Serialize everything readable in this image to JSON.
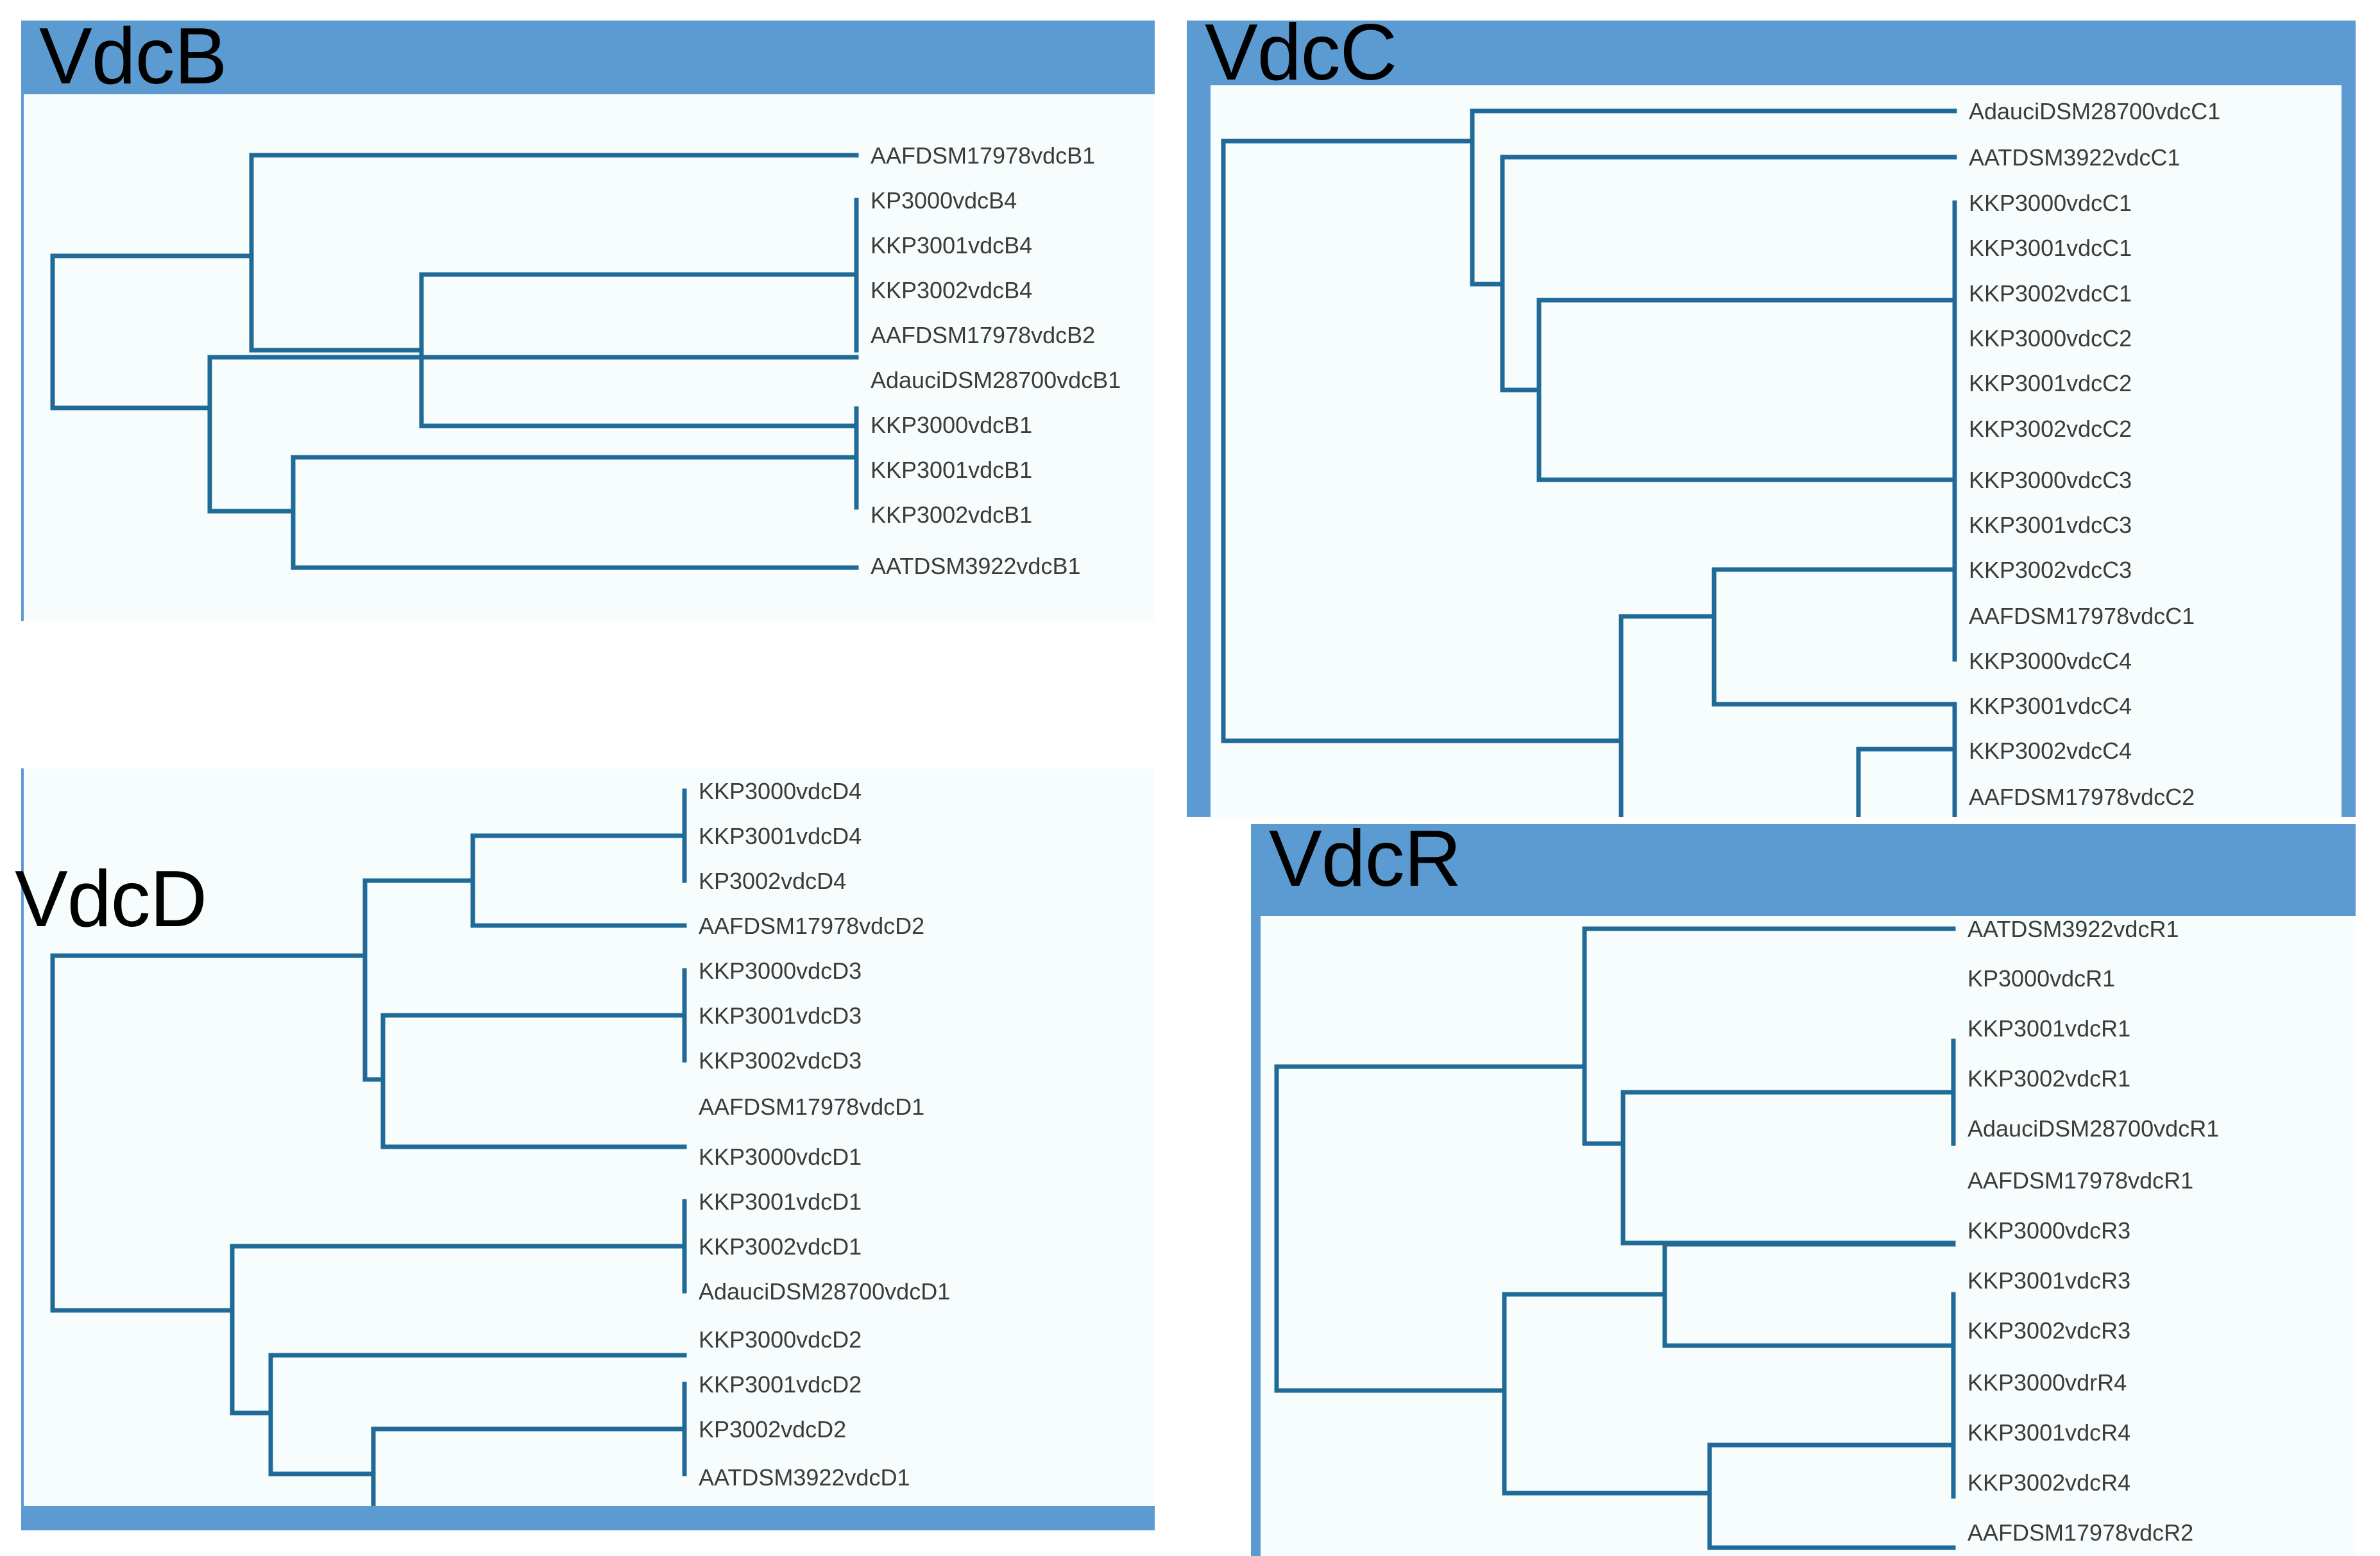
{
  "figure": {
    "type": "phylogenetic-tree-grid",
    "panel_count": 4,
    "colors": {
      "panel_background": "#5b9bd1",
      "plot_background": "#f7fdfd",
      "branch_line": "#1f6a96",
      "label_text": "#3b3b3b",
      "title_text": "#000000"
    }
  },
  "panels": [
    {
      "id": "vdcb",
      "title": "VdcB",
      "leaves": [
        "AAFDSM17978vdcB1",
        "KP3000vdcB4",
        "KKP3001vdcB4",
        "KKP3002vdcB4",
        "AAFDSM17978vdcB2",
        "AdauciDSM28700vdcB1",
        "KKP3000vdcB1",
        "KKP3001vdcB1",
        "KKP3002vdcB1",
        "AATDSM3922vdcB1"
      ],
      "newick": "(((AAFDSM17978vdcB1,((KP3000vdcB4,KKP3001vdcB4,KKP3002vdcB4),AAFDSM17978vdcB2)),(AdauciDSM28700vdcB1,((KKP3000vdcB1,KKP3001vdcB1,KKP3002vdcB1),AATDSM3922vdcB1))));"
    },
    {
      "id": "vdcc",
      "title": "VdcC",
      "leaves": [
        "AdauciDSM28700vdcC1",
        "AATDSM3922vdcC1",
        "KKP3000vdcC1",
        "KKP3001vdcC1",
        "KKP3002vdcC1",
        "KKP3000vdcC2",
        "KKP3001vdcC2",
        "KKP3002vdcC2",
        "KKP3000vdcC3",
        "KKP3001vdcC3",
        "KKP3002vdcC3",
        "AAFDSM17978vdcC1",
        "KKP3000vdcC4",
        "KKP3001vdcC4",
        "KKP3002vdcC4",
        "AAFDSM17978vdcC2"
      ],
      "newick": "((AdauciDSM28700vdcC1,(AATDSM3922vdcC1,((KKP3000vdcC1,KKP3001vdcC1,KKP3002vdcC1),(KKP3000vdcC2,KKP3001vdcC2,KKP3002vdcC2)))),(((KKP3000vdcC3,KKP3001vdcC3,KKP3002vdcC3),AAFDSM17978vdcC1),((KKP3000vdcC4,KKP3001vdcC4,KKP3002vdcC4),AAFDSM17978vdcC2)));"
    },
    {
      "id": "vdcd",
      "title": "VdcD",
      "leaves": [
        "KKP3000vdcD4",
        "KKP3001vdcD4",
        "KP3002vdcD4",
        "AAFDSM17978vdcD2",
        "KKP3000vdcD3",
        "KKP3001vdcD3",
        "KKP3002vdcD3",
        "AAFDSM17978vdcD1",
        "KKP3000vdcD1",
        "KKP3001vdcD1",
        "KKP3002vdcD1",
        "AdauciDSM28700vdcD1",
        "KKP3000vdcD2",
        "KKP3001vdcD2",
        "KP3002vdcD2",
        "AATDSM3922vdcD1"
      ],
      "newick": "((((KKP3000vdcD4,KKP3001vdcD4,KP3002vdcD4),AAFDSM17978vdcD2),((KKP3000vdcD3,KKP3001vdcD3,KKP3002vdcD3),AAFDSM17978vdcD1)),((KKP3000vdcD1,KKP3001vdcD1,KKP3002vdcD1),(AdauciDSM28700vdcD1,((KKP3000vdcD2,KKP3001vdcD2,KP3002vdcD2),AATDSM3922vdcD1))));"
    },
    {
      "id": "vdcr",
      "title": "VdcR",
      "leaves": [
        "AATDSM3922vdcR1",
        "KP3000vdcR1",
        "KKP3001vdcR1",
        "KKP3002vdcR1",
        "AdauciDSM28700vdcR1",
        "AAFDSM17978vdcR1",
        "KKP3000vdcR3",
        "KKP3001vdcR3",
        "KKP3002vdcR3",
        "KKP3000vdrR4",
        "KKP3001vdcR4",
        "KKP3002vdcR4",
        "AAFDSM17978vdcR2"
      ],
      "newick": "((AATDSM3922vdcR1,((KP3000vdcR1,KKP3001vdcR1,KKP3002vdcR1),AdauciDSM28700vdcR1)),((AAFDSM17978vdcR1,(KKP3000vdcR3,KKP3001vdcR3,KKP3002vdcR3)),((KKP3000vdrR4,KKP3001vdcR4,KKP3002vdcR4),AAFDSM17978vdcR2)));"
    }
  ]
}
